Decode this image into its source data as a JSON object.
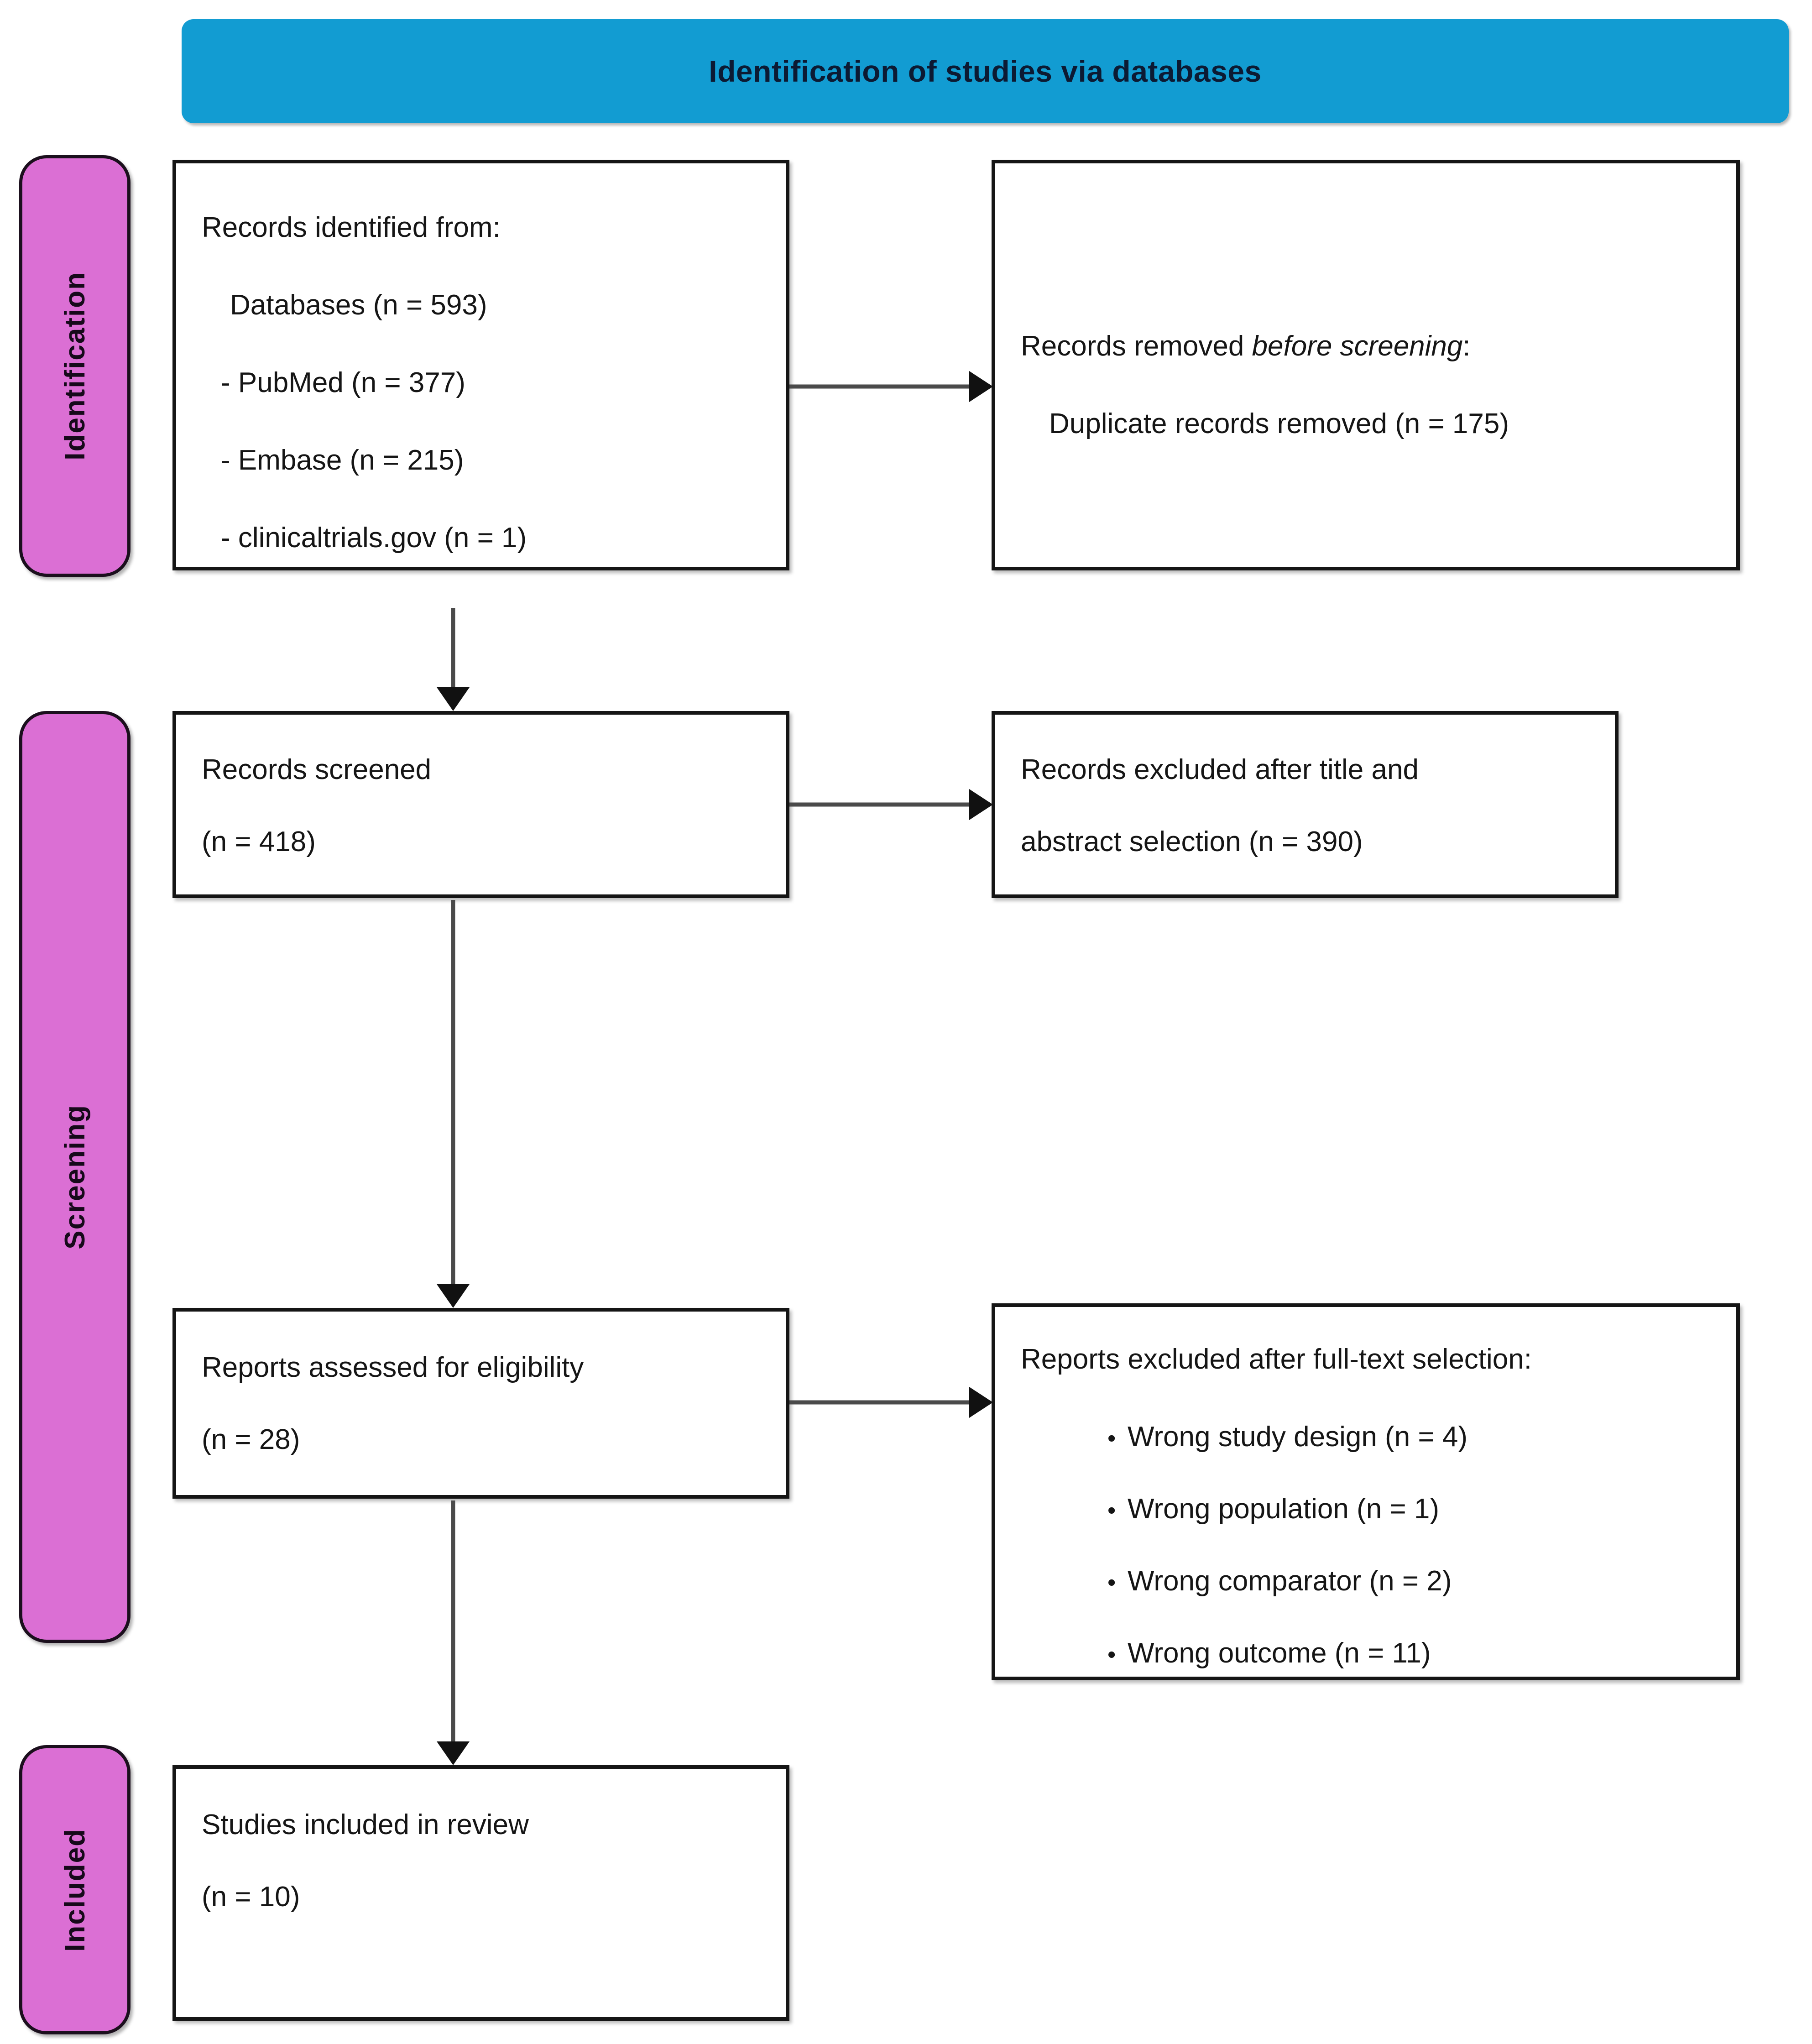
{
  "header": {
    "title": "Identification of studies via databases",
    "background_color": "#129CD2"
  },
  "phases": {
    "accent_color": "#DB6FD4",
    "identification": "Identification",
    "screening": "Screening",
    "included": "Included"
  },
  "boxes": {
    "identified": {
      "heading": "Records identified from:",
      "databases_line": "Databases (n = 593)",
      "sources": [
        "-  PubMed (n = 377)",
        "-  Embase (n = 215)",
        "-  clinicaltrials.gov (n = 1)"
      ]
    },
    "removed_before_screening": {
      "heading_plain": "Records removed ",
      "heading_italic": "before screening",
      "heading_suffix": ":",
      "detail": "Duplicate records removed (n = 175)"
    },
    "records_screened": {
      "line1": "Records screened",
      "line2": "(n = 418)"
    },
    "records_excluded_title_abstract": {
      "line1": "Records  excluded  after  title  and",
      "line2": "abstract selection (n = 390)"
    },
    "reports_assessed": {
      "line1": "Reports assessed for eligibility",
      "line2": "(n = 28)"
    },
    "reports_excluded_fulltext": {
      "heading": "Reports excluded after full-text selection:",
      "bullet_glyph": "•",
      "reasons": [
        "Wrong study design (n = 4)",
        "Wrong population (n = 1)",
        "Wrong comparator (n = 2)",
        "Wrong outcome (n = 11)"
      ]
    },
    "studies_included": {
      "line1": "Studies included in review",
      "line2": "(n = 10)"
    }
  }
}
